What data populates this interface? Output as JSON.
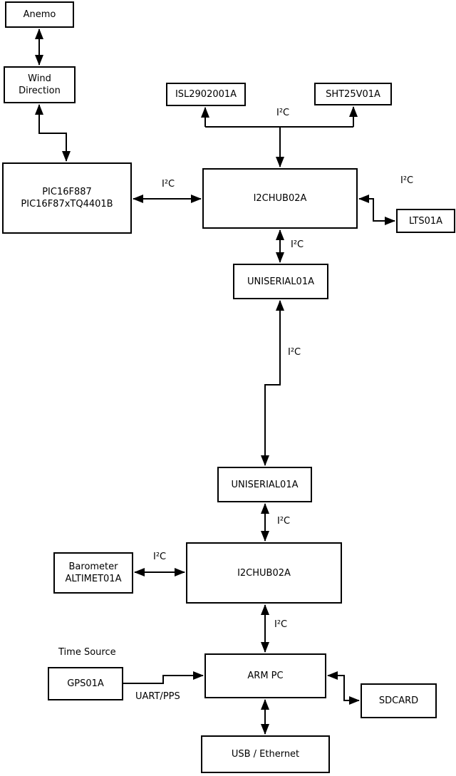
{
  "colors": {
    "background": "#ffffff",
    "stroke": "#000000",
    "text": "#000000"
  },
  "nodes": {
    "anemo": {
      "label": "Anemo"
    },
    "wind": {
      "line1": "Wind",
      "line2": "Direction"
    },
    "pic": {
      "line1": "PIC16F887",
      "line2": "PIC16F87xTQ4401B"
    },
    "isl": {
      "label": "ISL2902001A"
    },
    "sht": {
      "label": "SHT25V01A"
    },
    "hub_top": {
      "label": "I2CHUB02A"
    },
    "lts": {
      "label": "LTS01A"
    },
    "uniserial_top": {
      "label": "UNISERIAL01A"
    },
    "uniserial_bottom": {
      "label": "UNISERIAL01A"
    },
    "hub_bottom": {
      "label": "I2CHUB02A"
    },
    "barometer": {
      "line1": "Barometer",
      "line2": "ALTIMET01A"
    },
    "arm_pc": {
      "label": "ARM PC"
    },
    "gps": {
      "label": "GPS01A"
    },
    "sdcard": {
      "label": "SDCARD"
    },
    "usb_ethernet": {
      "label": "USB / Ethernet"
    }
  },
  "edge_labels": {
    "i2c": "I²C",
    "uart_pps": "UART/PPS"
  },
  "annotations": {
    "time_source": "Time Source"
  },
  "edges": [
    {
      "from": "Anemo",
      "to": "Wind Direction",
      "bidirectional": true,
      "label": ""
    },
    {
      "from": "Wind Direction",
      "to": "PIC16F887 PIC16F87xTQ4401B",
      "bidirectional": true,
      "label": ""
    },
    {
      "from": "PIC16F887 PIC16F87xTQ4401B",
      "to": "I2CHUB02A (top)",
      "bidirectional": true,
      "label": "I²C"
    },
    {
      "from": "I2CHUB02A (top)",
      "to": "ISL2902001A",
      "bidirectional": false,
      "label": "I²C"
    },
    {
      "from": "I2CHUB02A (top)",
      "to": "SHT25V01A",
      "bidirectional": false,
      "label": "I²C"
    },
    {
      "from": "I2CHUB02A (top)",
      "to": "LTS01A",
      "bidirectional": true,
      "label": "I²C"
    },
    {
      "from": "I2CHUB02A (top)",
      "to": "UNISERIAL01A (upper)",
      "bidirectional": true,
      "label": "I²C"
    },
    {
      "from": "UNISERIAL01A (upper)",
      "to": "UNISERIAL01A (lower)",
      "bidirectional": true,
      "label": "I²C"
    },
    {
      "from": "UNISERIAL01A (lower)",
      "to": "I2CHUB02A (bottom)",
      "bidirectional": true,
      "label": "I²C"
    },
    {
      "from": "Barometer ALTIMET01A",
      "to": "I2CHUB02A (bottom)",
      "bidirectional": true,
      "label": "I²C"
    },
    {
      "from": "I2CHUB02A (bottom)",
      "to": "ARM PC",
      "bidirectional": true,
      "label": "I²C"
    },
    {
      "from": "GPS01A",
      "to": "ARM PC",
      "bidirectional": false,
      "label": "UART/PPS"
    },
    {
      "from": "ARM PC",
      "to": "SDCARD",
      "bidirectional": true,
      "label": ""
    },
    {
      "from": "ARM PC",
      "to": "USB / Ethernet",
      "bidirectional": true,
      "label": ""
    }
  ]
}
